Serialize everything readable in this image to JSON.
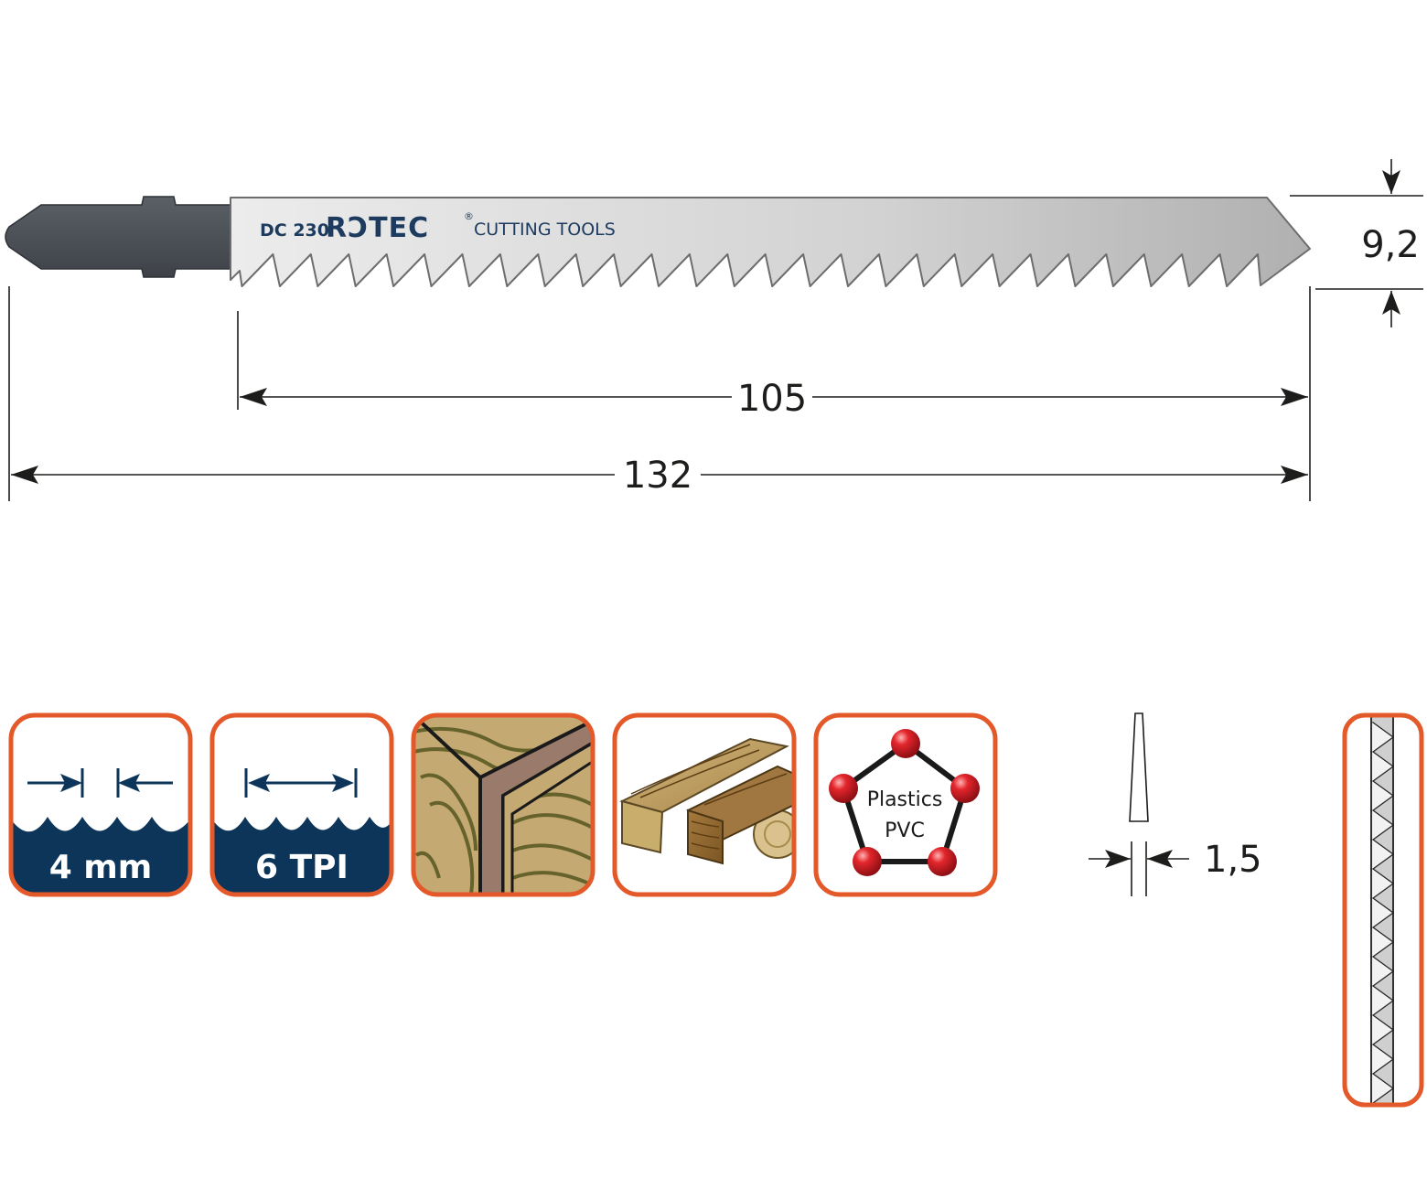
{
  "blade": {
    "model": "DC 230",
    "brand": "RƆTEC",
    "brand_mark": "®",
    "tagline": "CUTTING TOOLS"
  },
  "dimensions": {
    "cutting_length": "105",
    "total_length": "132",
    "blade_height": "9,2",
    "blade_thickness": "1,5"
  },
  "icons": {
    "tooth_spacing": "4 mm",
    "tpi": "6 TPI",
    "material_line1": "Plastics",
    "material_line2": "PVC"
  },
  "colors": {
    "frame_orange": "#e3592a",
    "navy": "#0d3559",
    "shank_gray": "#4a4f55",
    "blade_light": "#e6e6e6",
    "blade_dark": "#b5b5b5",
    "wood_light": "#c9a86a",
    "wood_dark": "#5c4a1c",
    "ball_red": "#d11f25"
  }
}
